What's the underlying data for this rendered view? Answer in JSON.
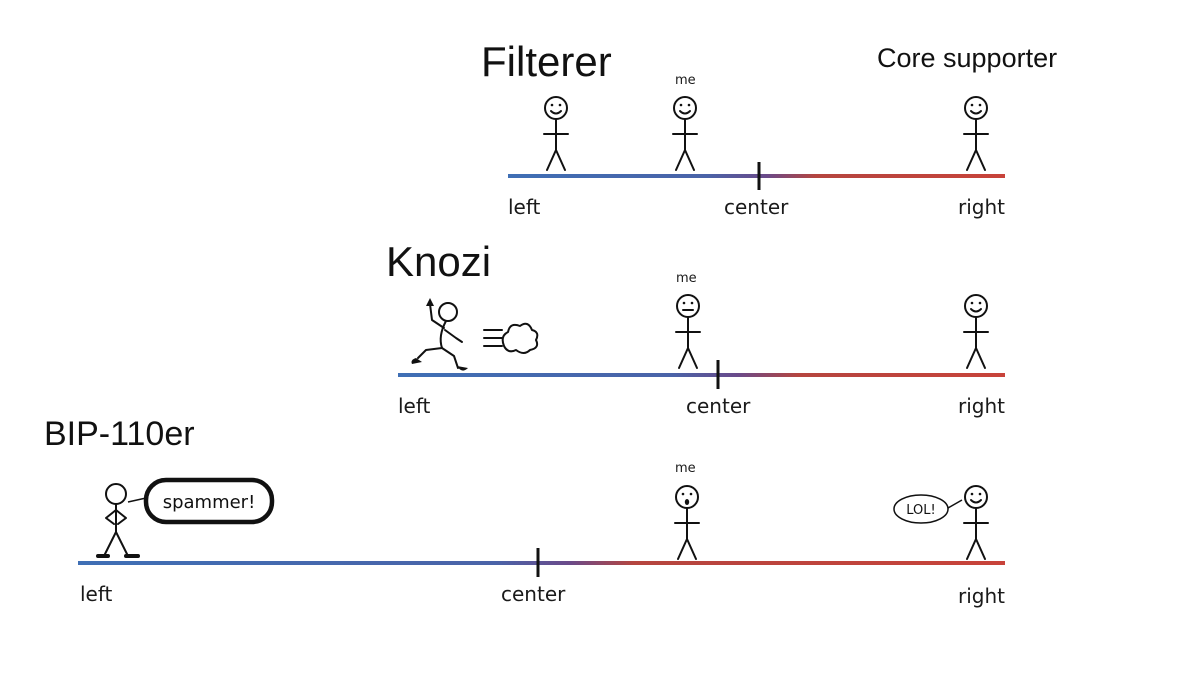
{
  "panels": [
    {
      "title": "Filterer",
      "right_caption": "Core supporter",
      "labels": {
        "left": "left",
        "center": "center",
        "right": "right",
        "me": "me"
      }
    },
    {
      "title": "Knozi",
      "labels": {
        "left": "left",
        "center": "center",
        "right": "right",
        "me": "me"
      }
    },
    {
      "title": "BIP-110er",
      "labels": {
        "left": "left",
        "center": "center",
        "right": "right",
        "me": "me"
      },
      "speech_left": "spammer!",
      "speech_right": "LOL!"
    }
  ],
  "colors": {
    "left_blue": "#3f6fb5",
    "middle_purple": "#6a4a8a",
    "right_red": "#c8433a",
    "ink": "#111111"
  }
}
